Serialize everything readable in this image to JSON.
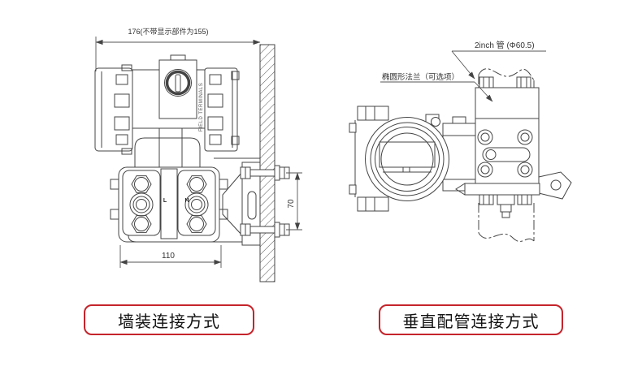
{
  "colors": {
    "line": "#444444",
    "dimension_line": "#555555",
    "caption_border": "#c5242b",
    "caption_text": "#111111",
    "background": "#ffffff"
  },
  "wall_mount": {
    "caption": "墙装连接方式",
    "dim_total": "176(不带显示部件为155)",
    "dim_width": "110",
    "dim_spacing": "70",
    "port_low": "L",
    "port_high": "H",
    "side_text": "FIELD TERMINALS"
  },
  "pipe_mount": {
    "caption": "垂直配管连接方式",
    "label_pipe": "2inch 管 (Φ60.5)",
    "label_flange": "椭圆形法兰（可选项）"
  }
}
